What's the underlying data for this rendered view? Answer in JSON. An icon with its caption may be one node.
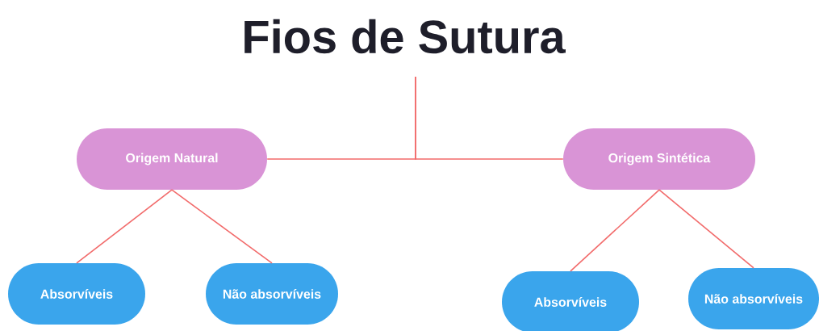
{
  "diagram": {
    "nodes": [
      {
        "text": [
          "Fios de Sutura"
        ]
      },
      {
        "text": [
          "Origem Natural"
        ]
      },
      {
        "text": [
          "Origem Sintética"
        ]
      },
      {
        "text": [
          "Absorvíveis"
        ]
      },
      {
        "text": [
          "Não absorvíveis"
        ]
      },
      {
        "text": [
          "Absorvíveis"
        ]
      },
      {
        "text": [
          "Não absorvíveis"
        ]
      }
    ],
    "edges": [
      {
        "from": 0,
        "to": 1,
        "arrow": "none"
      },
      {
        "from": 0,
        "to": 2,
        "arrow": "none"
      },
      {
        "from": 1,
        "to": 3,
        "arrow": "none"
      },
      {
        "from": 1,
        "to": 4,
        "arrow": "none"
      },
      {
        "from": 2,
        "to": 5,
        "arrow": "none"
      },
      {
        "from": 2,
        "to": 6,
        "arrow": "none"
      }
    ]
  }
}
